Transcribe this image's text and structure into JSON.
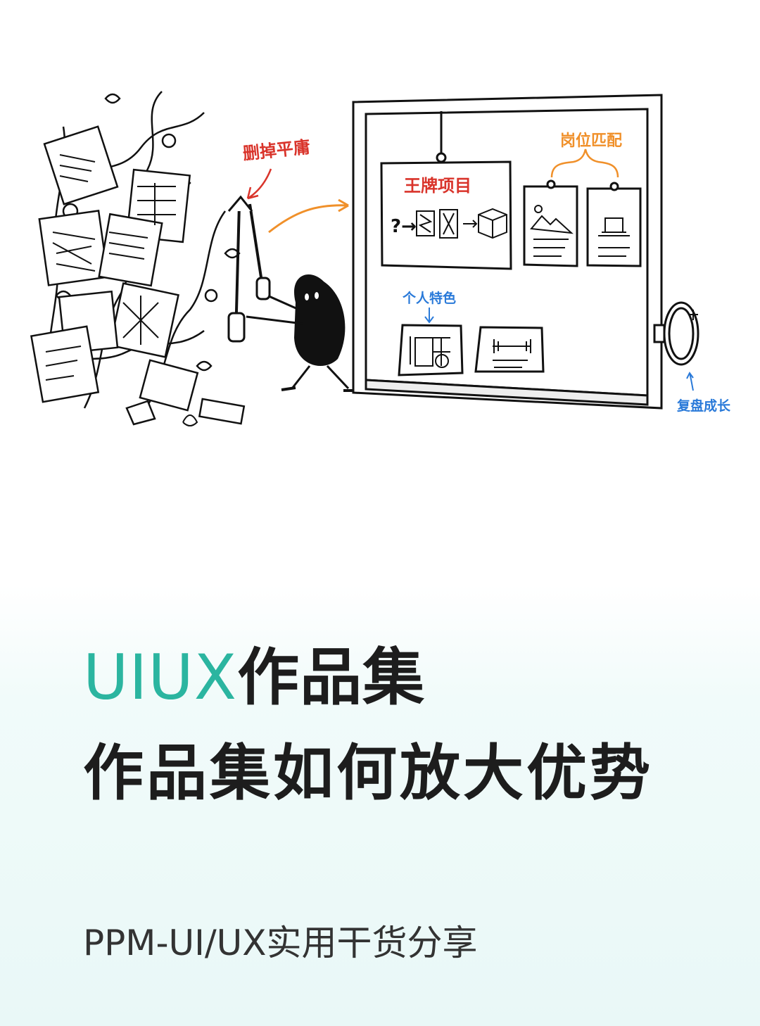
{
  "illustration": {
    "label_cut": "删掉平庸",
    "label_ace": "王牌项目",
    "label_match": "岗位匹配",
    "label_personal": "个人特色",
    "label_review": "复盘成长",
    "flow_symbols": "?→",
    "colors": {
      "red": "#d9342b",
      "orange": "#f0902a",
      "blue": "#2a7ad9",
      "ink": "#111111"
    }
  },
  "title": {
    "accent": "UIUX",
    "rest": "作品集"
  },
  "headline": "作品集如何放大优势",
  "subtitle": "PPM-UI/UX实用干货分享",
  "colors": {
    "accent": "#2bb5a0",
    "text": "#1d1d1d"
  }
}
